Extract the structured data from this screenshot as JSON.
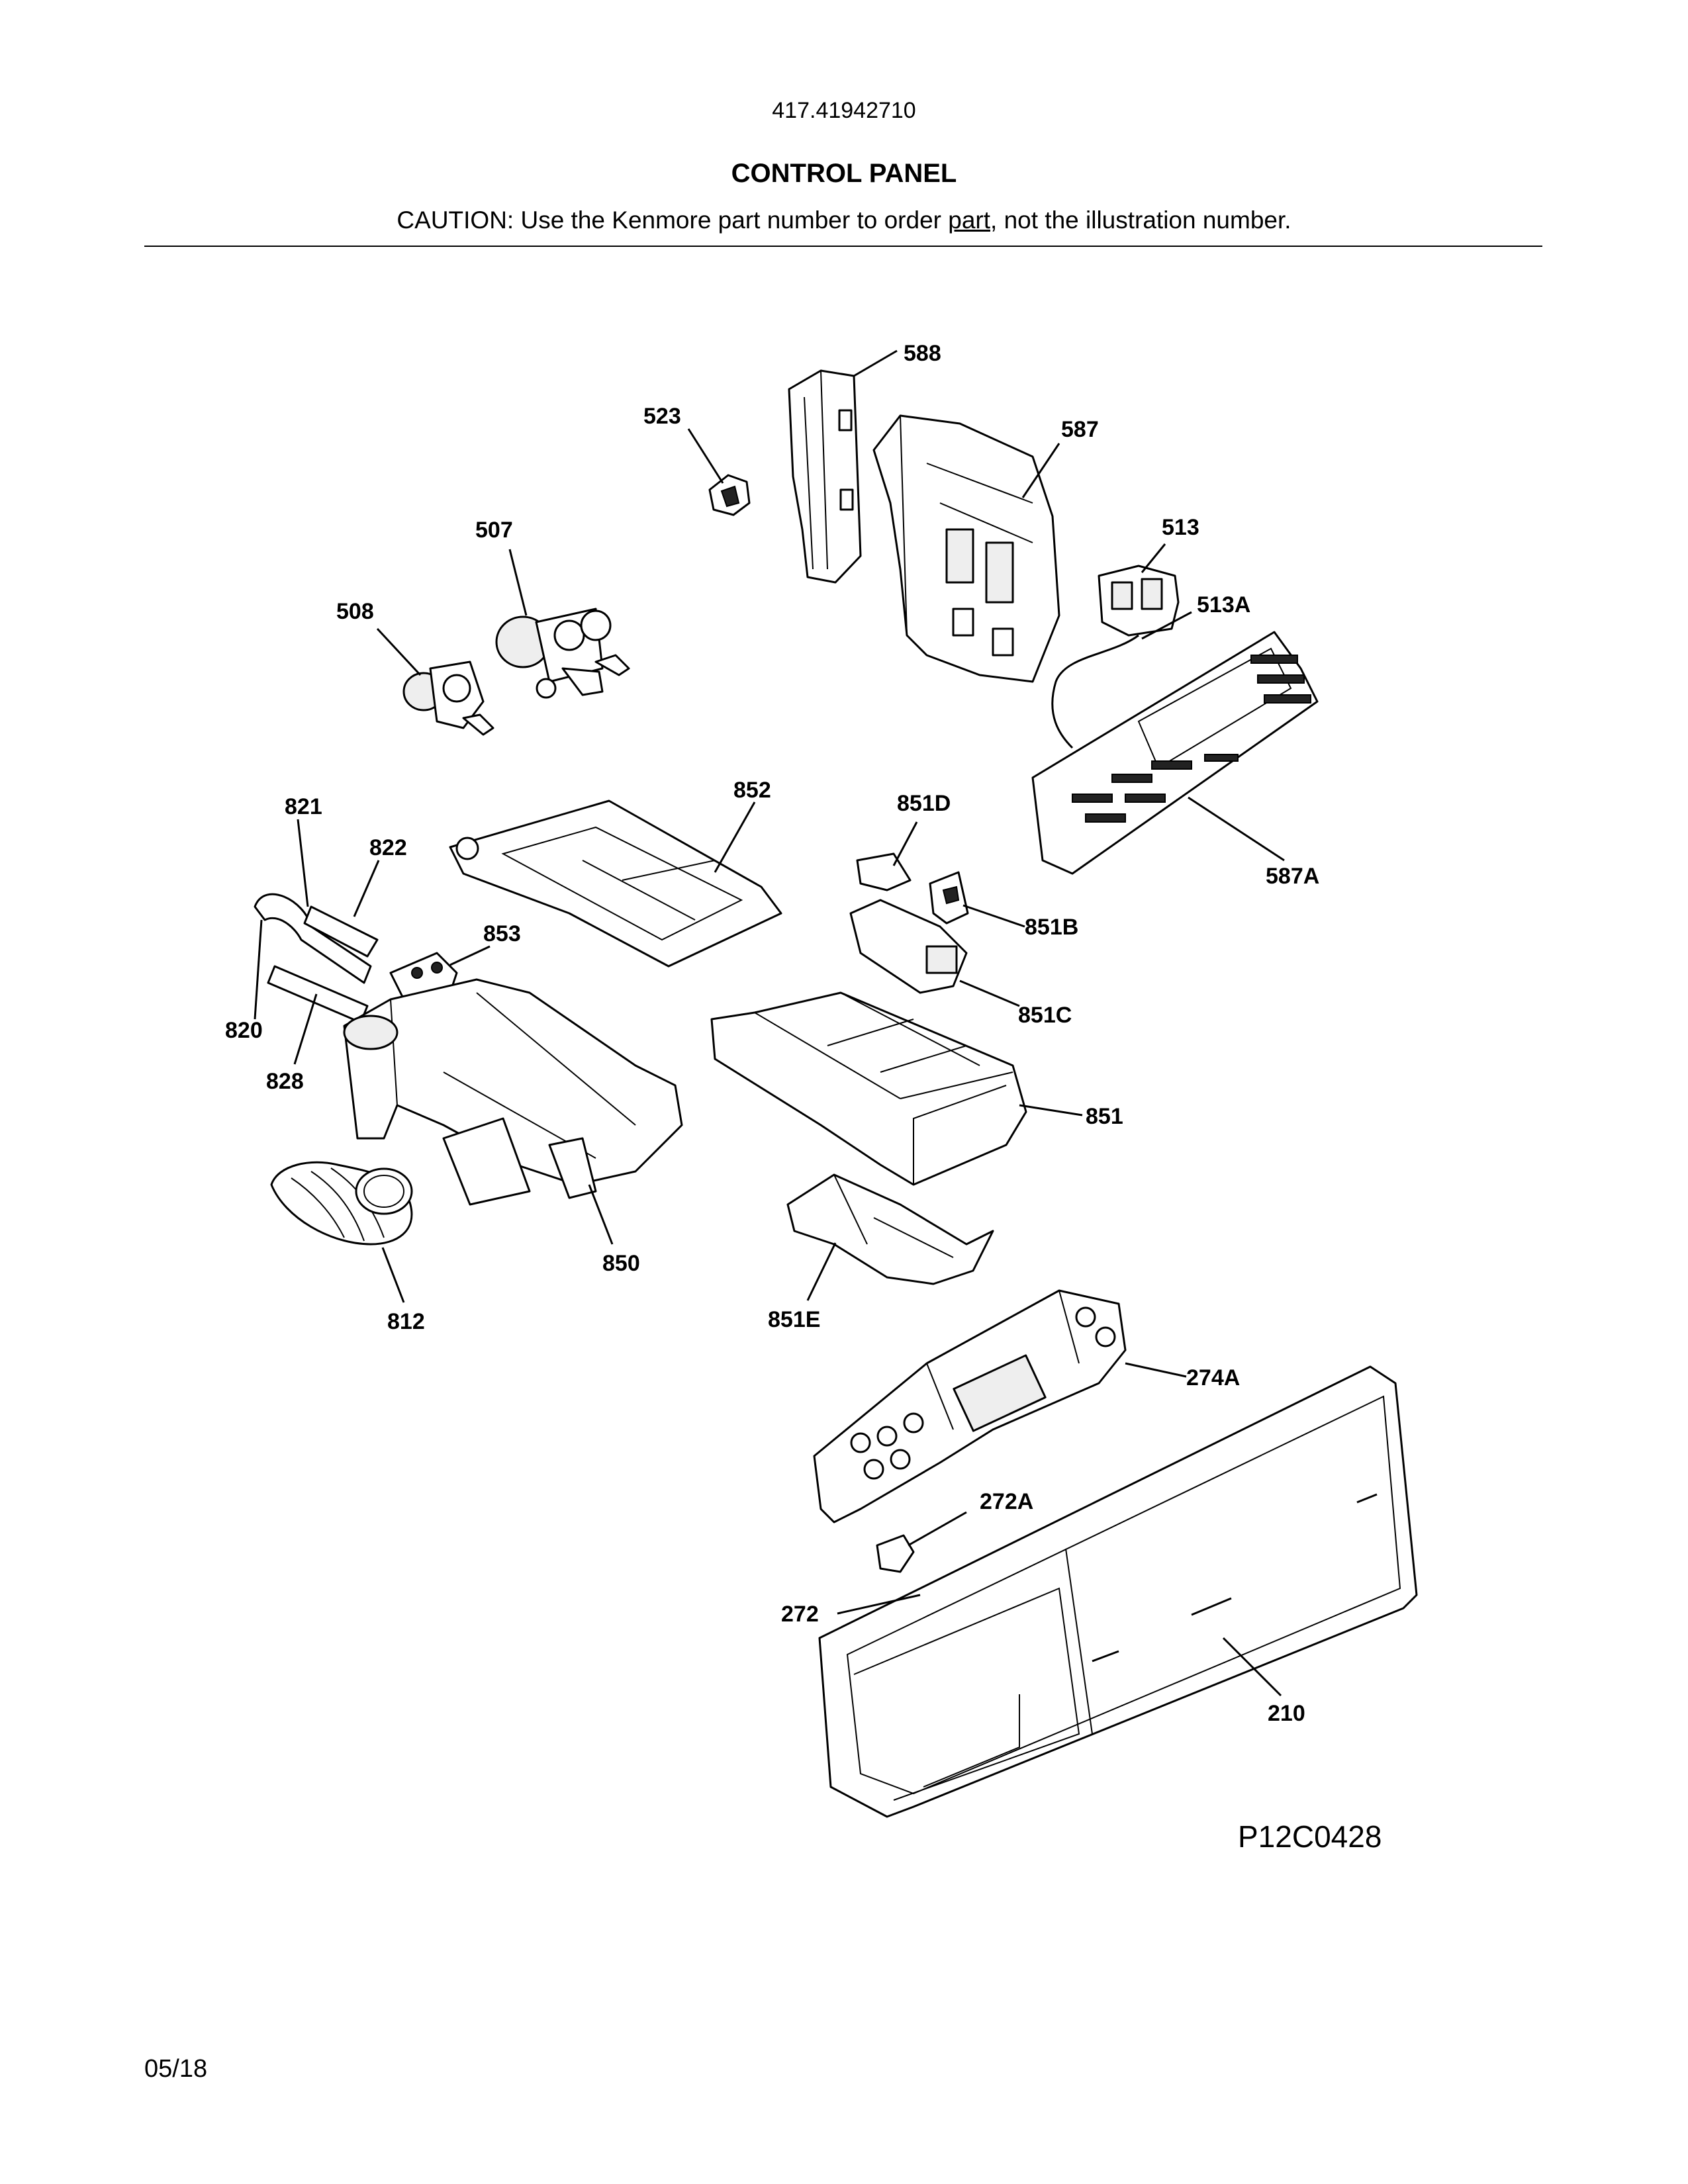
{
  "header": {
    "model_number": "417.41942710",
    "title": "CONTROL PANEL",
    "caution_before": "CAUTION: Use the Kenmore part number to order ",
    "caution_underlined": "part",
    "caution_after": ", not the illustration number."
  },
  "callouts": {
    "c588": "588",
    "c523": "523",
    "c587": "587",
    "c507": "507",
    "c513": "513",
    "c508": "508",
    "c513A": "513A",
    "c821": "821",
    "c852": "852",
    "c851D": "851D",
    "c822": "822",
    "c587A": "587A",
    "c853": "853",
    "c851B": "851B",
    "c820": "820",
    "c851C": "851C",
    "c828": "828",
    "c851": "851",
    "c850": "850",
    "c851E": "851E",
    "c812": "812",
    "c274A": "274A",
    "c272A": "272A",
    "c272": "272",
    "c210": "210"
  },
  "figure_id": "P12C0428",
  "footer": {
    "date": "05/18"
  }
}
